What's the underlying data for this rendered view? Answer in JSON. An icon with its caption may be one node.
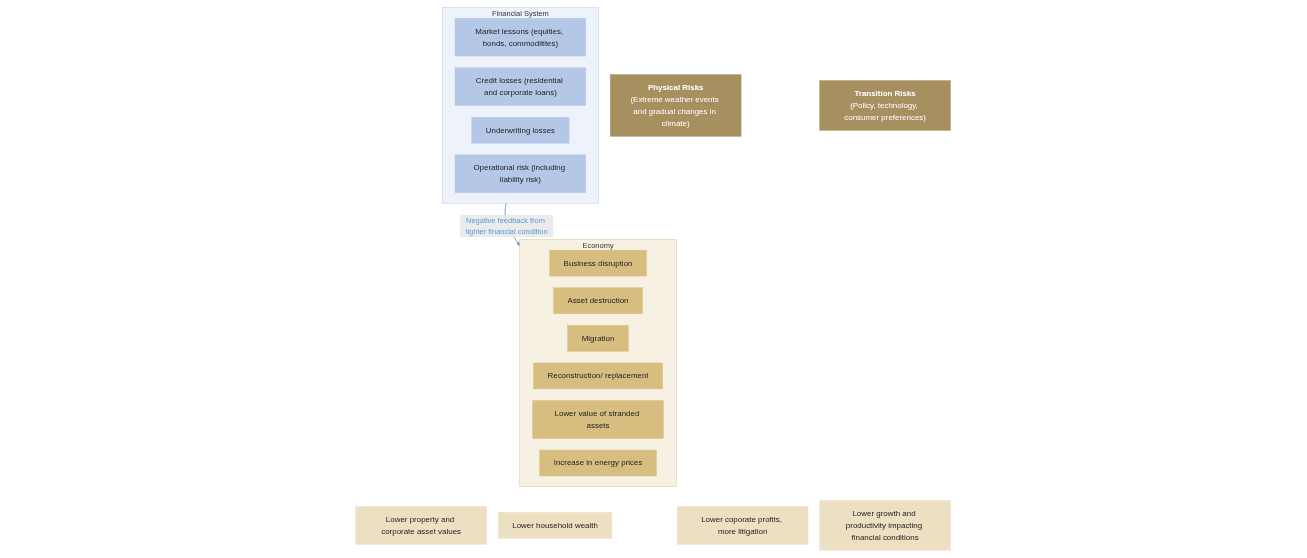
{
  "diagram": {
    "nodes": [
      {
        "text": [
          "Physical Risks",
          "(Extreme weather events and gradual changes in climate)"
        ]
      },
      {
        "text": [
          "Transition Risks",
          "(Policy, technology, consumer preferences)"
        ]
      },
      {
        "text": [
          "Economy"
        ]
      },
      {
        "text": [
          "Business disruption"
        ],
        "in": 2
      },
      {
        "text": [
          "Asset destruction"
        ],
        "in": 2
      },
      {
        "text": [
          "Migration"
        ],
        "in": 2
      },
      {
        "text": [
          "Reconstruction/ replacement"
        ],
        "in": 2
      },
      {
        "text": [
          "Lower value of stranded assets"
        ],
        "in": 2
      },
      {
        "text": [
          "Increase in energy prices"
        ],
        "in": 2
      },
      {
        "text": [
          "Lower property and corporate asset values"
        ]
      },
      {
        "text": [
          "Lower household wealth"
        ]
      },
      {
        "text": [
          "Lower coporate profits, more litigation"
        ]
      },
      {
        "text": [
          "Lower growth and productivity impacting financial conditions"
        ]
      },
      {
        "text": [
          "Financial System"
        ]
      },
      {
        "text": [
          "Market lessons (equities, bonds, commoditites)"
        ],
        "in": 13
      },
      {
        "text": [
          "Credit losses (residential and corporate loans)"
        ],
        "in": 13
      },
      {
        "text": [
          "Underwriting losses"
        ],
        "in": 13
      },
      {
        "text": [
          "Operational risk (including liability risk)"
        ],
        "in": 13
      }
    ],
    "edges": [
      {
        "from": 13,
        "to": 2,
        "arrow": "to",
        "label": "Negative feedback from tighter financial condition",
        "color": "#5b9bd5"
      }
    ]
  }
}
